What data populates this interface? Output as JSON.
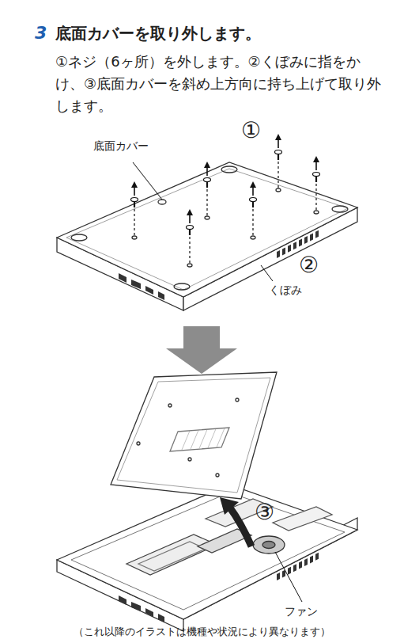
{
  "diagram": {
    "title": "底面カバーを取り外します。",
    "caption": "（これ以降のイラストは機種や状況により異なります）",
    "labels": [
      "3",
      "①ネジ（6ヶ所）を外します。②くぼみに指をかけ、③底面カバーを斜め上方向に持ち上げて取り外します。",
      "底面カバー",
      "①",
      "②",
      "くぼみ",
      "③",
      "ファン"
    ]
  }
}
